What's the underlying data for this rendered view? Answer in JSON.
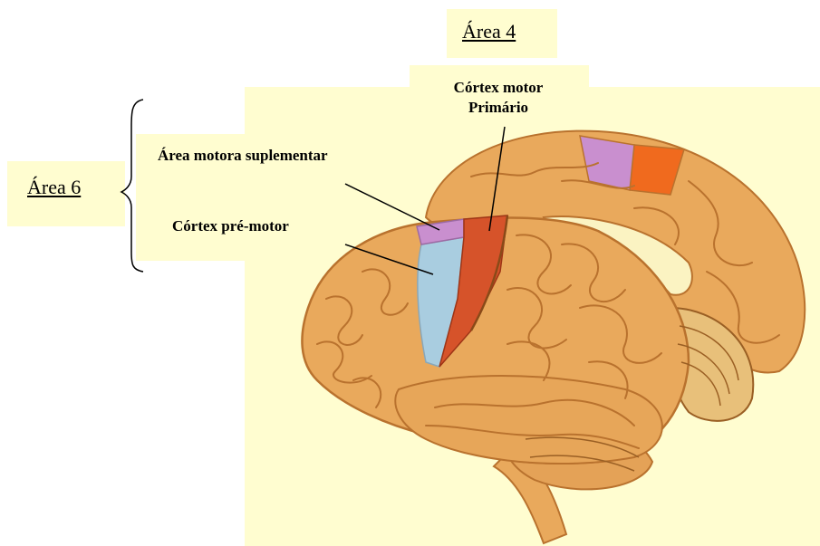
{
  "labels": {
    "area4": "Área 4",
    "area6": "Área 6",
    "primary_motor_line1": "Córtex motor",
    "primary_motor_line2": "Primário",
    "supplementary_motor": "Área motora suplementar",
    "premotor": "Córtex pré-motor"
  },
  "colors": {
    "background_panel": "#fffdd0",
    "brain": "#e9a95c",
    "brain_shadow": "#b9722e",
    "primary_motor": "#d6532a",
    "supplementary_motor": "#c98fcf",
    "premotor": "#a9cde0",
    "medial_orange": "#f06a1e"
  }
}
